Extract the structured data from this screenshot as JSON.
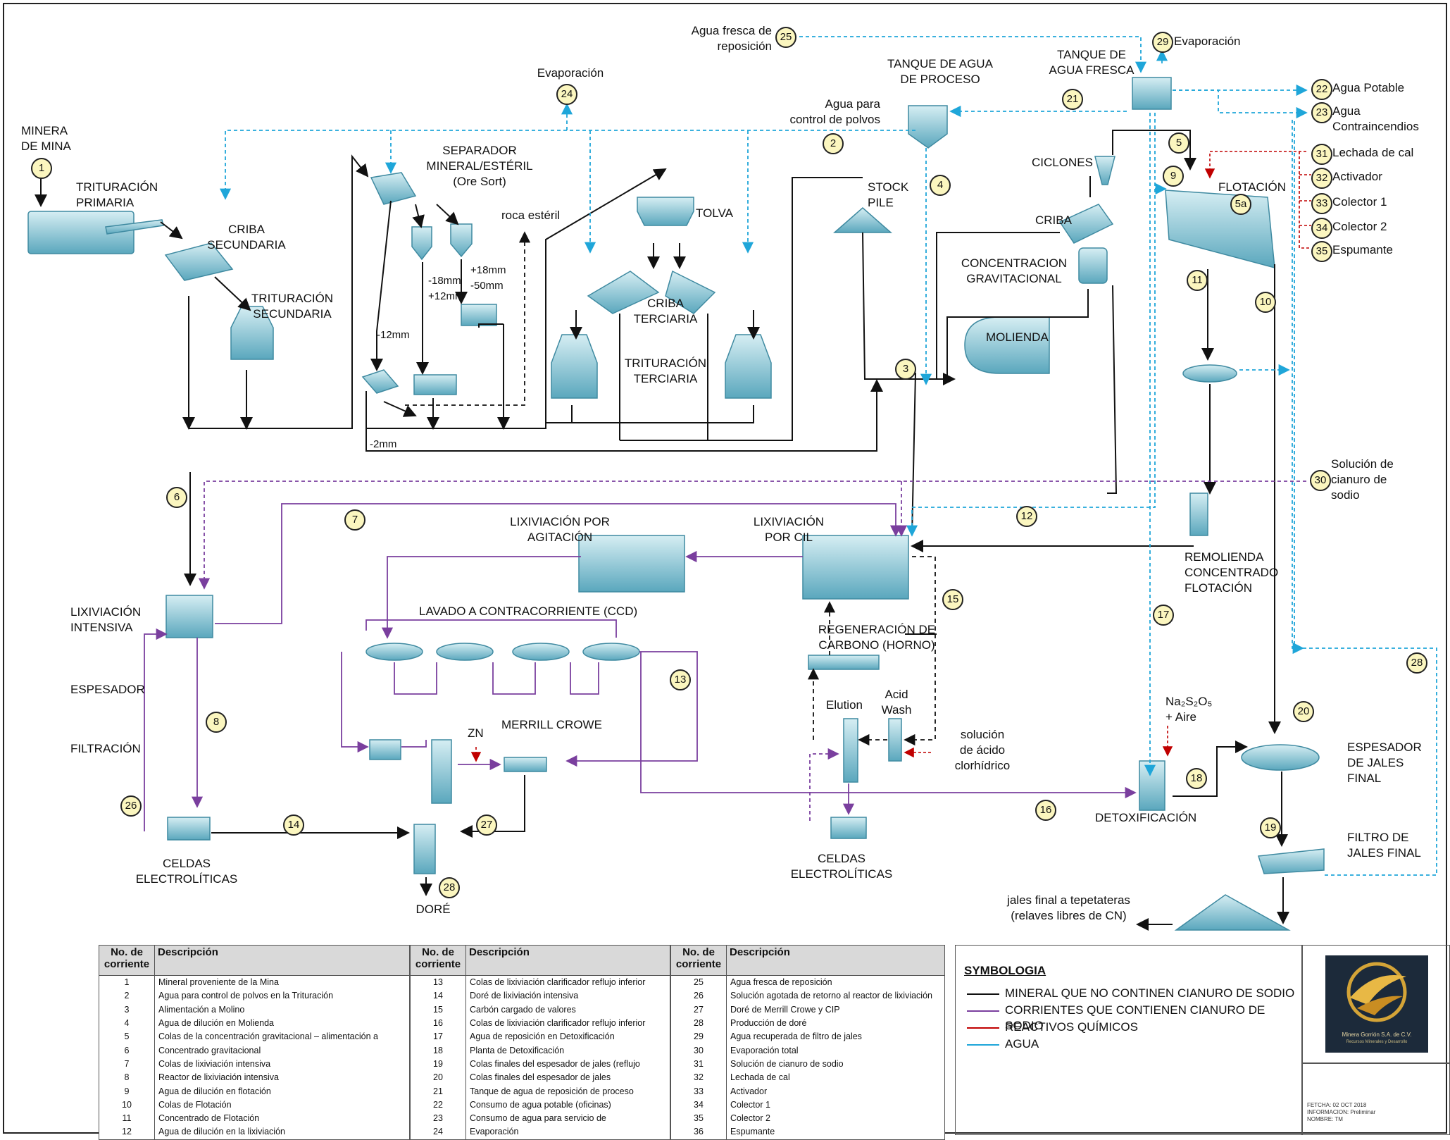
{
  "labels": {
    "minera_de_mina": "MINERA\nDE MINA",
    "trituracion_primaria": "TRITURACIÓN\nPRIMARIA",
    "criba_secundaria": "CRIBA\nSECUNDARIA",
    "trituracion_secundaria": "TRITURACIÓN\nSECUNDARIA",
    "separador": "SEPARADOR\nMINERAL/ESTÉRIL\n(Ore Sort)",
    "roca_esteril": "roca estéril",
    "tolva": "TOLVA",
    "mm18_50": "+18mm\n-50mm",
    "mm18_12": "-18mm\n+12mm",
    "mm12": "-12mm",
    "mm2": "-2mm",
    "criba_terciaria": "CRIBA\nTERCIARIA",
    "trituracion_terciaria": "TRITURACIÓN\nTERCIARIA",
    "stock_pile": "STOCK\nPILE",
    "agua_fresca_reposicion": "Agua fresca de\nreposición",
    "evaporacion_24": "Evaporación",
    "evaporacion_30": "Evaporación",
    "agua_control_polvos": "Agua para\ncontrol de polvos",
    "tanque_agua_proceso": "TANQUE DE AGUA\nDE PROCESO",
    "tanque_agua_fresca": "TANQUE DE\nAGUA FRESCA",
    "agua_potable": "Agua Potable",
    "agua_contraincendios": "Agua Contraincendios",
    "ciclones": "CICLONES",
    "criba": "CRIBA",
    "concentracion_gravitacional": "CONCENTRACION\nGRAVITACIONAL",
    "molienda": "MOLIENDA",
    "flotacion": "FLOTACIÓN",
    "lechada_cal": "Lechada de cal",
    "activador": "Activador",
    "colector1": "Colector 1",
    "colector2": "Colector 2",
    "espumante": "Espumante",
    "solucion_cianuro": "Solución de\ncianuro de\nsodio",
    "remolienda": "REMOLIENDA\nCONCENTRADO\nFLOTACIÓN",
    "lixiviacion_agitacion": "LIXIVIACIÓN POR\nAGITACIÓN",
    "lixiviacion_cil": "LIXIVIACIÓN\nPOR CIL",
    "lixiviacion_intensiva": "LIXIVIACIÓN\nINTENSIVA",
    "espesador": "ESPESADOR",
    "filtracion": "FILTRACIÓN",
    "lavado_ccd": "LAVADO A CONTRACORRIENTE (CCD)",
    "regeneracion_carbono": "REGENERACIÓN DE\nCARBONO (HORNO)",
    "elution": "Elution",
    "acid_wash": "Acid\nWash",
    "solucion_acido": "solución\nde ácido\nclorhídrico",
    "merrill_crowe": "MERRILL CROWE",
    "zn": "ZN",
    "na2s2o5": "Na₂S₂O₅\n+ Aire",
    "detoxificacion": "DETOXIFICACIÓN",
    "espesador_jales": "ESPESADOR\nDE JALES\nFINAL",
    "filtro_jales": "FILTRO DE\nJALES FINAL",
    "jales_final": "jales final a tepetateras\n(relaves libres de CN)",
    "celdas_electroliticas_1": "CELDAS\nELECTROLÍTICAS",
    "celdas_electroliticas_2": "CELDAS\nELECTROLÍTICAS",
    "dore": "DORÉ"
  },
  "stream_numbers": [
    "1",
    "2",
    "3",
    "4",
    "5",
    "5a",
    "6",
    "7",
    "8",
    "9",
    "10",
    "11",
    "12",
    "13",
    "14",
    "15",
    "16",
    "17",
    "18",
    "19",
    "20",
    "21",
    "22",
    "23",
    "24",
    "25",
    "26",
    "27",
    "28",
    "29",
    "30",
    "31",
    "32",
    "33",
    "34",
    "35",
    "36"
  ],
  "table": {
    "col_no": "No. de corriente",
    "col_desc": "Descripción",
    "col1": [
      [
        "1",
        "Mineral proveniente de la Mina"
      ],
      [
        "2",
        "Agua para control de polvos en la Trituración"
      ],
      [
        "3",
        "Alimentación a Molino"
      ],
      [
        "4",
        "Agua de dilución en Molienda"
      ],
      [
        "5",
        "Colas de la concentración gravitacional – alimentación a"
      ],
      [
        "6",
        "Concentrado gravitacional"
      ],
      [
        "7",
        "Colas de lixiviación intensiva"
      ],
      [
        "8",
        "Reactor de lixiviación intensiva"
      ],
      [
        "9",
        "Agua de dilución en flotación"
      ],
      [
        "10",
        "Colas de Flotación"
      ],
      [
        "11",
        "Concentrado de Flotación"
      ],
      [
        "12",
        "Agua de dilución en la lixiviación"
      ]
    ],
    "col2": [
      [
        "13",
        "Colas de lixiviación clarificador reflujo inferior"
      ],
      [
        "14",
        "Doré de lixiviación intensiva"
      ],
      [
        "15",
        "Carbón cargado de valores"
      ],
      [
        "16",
        "Colas de lixiviación clarificador reflujo inferior"
      ],
      [
        "17",
        "Agua de reposición en Detoxificación"
      ],
      [
        "18",
        "Planta de Detoxificación"
      ],
      [
        "19",
        "Colas finales del espesador de jales (reflujo"
      ],
      [
        "20",
        "Colas finales del espesador de jales"
      ],
      [
        "21",
        "Tanque de agua de reposición de proceso"
      ],
      [
        "22",
        "Consumo de agua potable (oficinas)"
      ],
      [
        "23",
        "Consumo de agua para servicio de"
      ],
      [
        "24",
        "Evaporación"
      ]
    ],
    "col3": [
      [
        "25",
        "Agua fresca de reposición"
      ],
      [
        "26",
        "Solución agotada de retorno al reactor de lixiviación"
      ],
      [
        "27",
        "Doré de Merrill Crowe y CIP"
      ],
      [
        "28",
        "Producción de doré"
      ],
      [
        "29",
        "Agua recuperada de filtro de jales"
      ],
      [
        "30",
        "Evaporación total"
      ],
      [
        "31",
        "Solución de cianuro de sodio"
      ],
      [
        "32",
        "Lechada de cal"
      ],
      [
        "33",
        "Activador"
      ],
      [
        "34",
        "Colector 1"
      ],
      [
        "35",
        "Colector 2"
      ],
      [
        "36",
        "Espumante"
      ]
    ]
  },
  "legend": {
    "title": "SYMBOLOGIA",
    "items": [
      {
        "label": "MINERAL QUE NO CONTINEN CIANURO DE SODIO",
        "color": "#111111"
      },
      {
        "label": "CORRIENTES QUE CONTIENEN CIANURO DE SODIO",
        "color": "#7a3f9e"
      },
      {
        "label": "REACTIVOS QUÍMICOS",
        "color": "#c00000"
      },
      {
        "label": "AGUA",
        "color": "#1fa6d9"
      }
    ]
  },
  "logo": {
    "name": "Minera Gorrión S.A. de C.V.",
    "tagline": "Recursos Minerales y Desarrollo"
  },
  "info": {
    "fecha": "FETCHA: 02 OCT 2018",
    "informacion": "INFORMACION: Preliminar",
    "nombre": "NOMBRE: TM"
  },
  "colors": {
    "mineral": "#111111",
    "cianuro": "#7a3f9e",
    "reactivo": "#c00000",
    "agua": "#1fa6d9",
    "equipment": "#7fc3d3",
    "badge": "#fbf6bf"
  }
}
